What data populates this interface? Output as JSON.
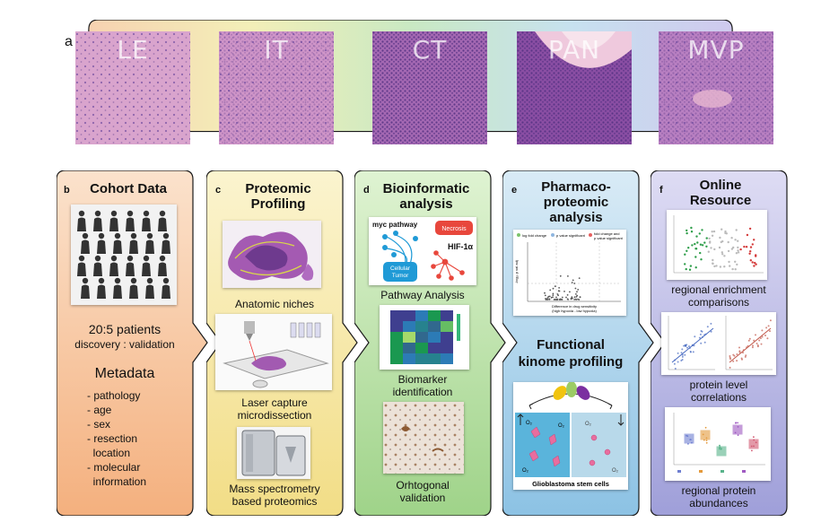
{
  "panel_a": {
    "letter": "a",
    "tiles": [
      {
        "label": "LE"
      },
      {
        "label": "IT"
      },
      {
        "label": "CT"
      },
      {
        "label": "PAN"
      },
      {
        "label": "MVP"
      }
    ]
  },
  "panel_b": {
    "letter": "b",
    "title": "Cohort Data",
    "patients": "20:5 patients",
    "split": "discovery : validation",
    "metadata_title": "Metadata",
    "metadata_items": [
      "- pathology",
      "- age",
      "- sex",
      "- resection",
      "  location",
      "- molecular",
      "  information"
    ]
  },
  "panel_c": {
    "letter": "c",
    "title_line1": "Proteomic",
    "title_line2": "Profiling",
    "cap1": "Anatomic niches",
    "cap2_line1": "Laser capture",
    "cap2_line2": "microdissection",
    "cap3_line1": "Mass spectrometry",
    "cap3_line2": "based proteomics"
  },
  "panel_d": {
    "letter": "d",
    "title_line1": "Bioinformatic",
    "title_line2": "analysis",
    "net_myc": "myc pathway",
    "net_necrosis": "Necrosis",
    "net_hif": "HIF-1α",
    "net_cellular_1": "Cellular",
    "net_cellular_2": "Tumor",
    "cap1": "Pathway Analysis",
    "cap2_line1": "Biomarker",
    "cap2_line2": "identification",
    "cap3_line1": "Orhtogonal",
    "cap3_line2": "validation"
  },
  "panel_e": {
    "letter": "e",
    "title_line1": "Pharmaco-",
    "title_line2": "proteomic",
    "title_line3": "analysis",
    "title2_line1": "Functional",
    "title2_line2": "kinome profiling",
    "legend1": "log fold change",
    "legend2": "p value significant",
    "legend3": "fold change and",
    "legend3b": "p value significant",
    "xlab1": "Difference in drug sensitivity",
    "xlab2": "(high hypoxia - low hypoxia)",
    "ylab": "-log₁₀ p val adj",
    "o2": "O₂",
    "gsc": "Glioblastoma stem cells"
  },
  "panel_f": {
    "letter": "f",
    "title_line1": "Online",
    "title_line2": "Resource",
    "cap1_line1": "regional enrichment",
    "cap1_line2": "comparisons",
    "cap2_line1": "protein level",
    "cap2_line2": "correlations",
    "cap3_line1": "regional protein",
    "cap3_line2": "abundances"
  },
  "colors": {
    "cohort": "#f8c9a0",
    "proteomic": "#f6e6a6",
    "bioinformatic": "#bfe3b0",
    "pharmaco": "#b5d6ec",
    "online": "#b9b9e2"
  }
}
